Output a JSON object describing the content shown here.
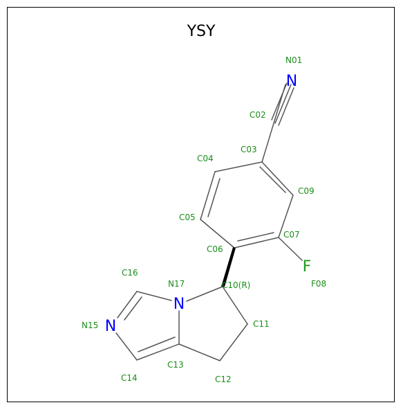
{
  "title": "YSY",
  "colors": {
    "carbon_label": "#1a8c1a",
    "nitrogen": "#0000ff",
    "fluorine": "#1a9c1a",
    "bond": "#555555"
  },
  "atoms": {
    "N01": {
      "label": "N01",
      "symbol": "N"
    },
    "C02": {
      "label": "C02"
    },
    "C03": {
      "label": "C03"
    },
    "C04": {
      "label": "C04"
    },
    "C05": {
      "label": "C05"
    },
    "C06": {
      "label": "C06"
    },
    "C07": {
      "label": "C07"
    },
    "F08": {
      "label": "F08",
      "symbol": "F"
    },
    "C09": {
      "label": "C09"
    },
    "C10": {
      "label": "C10(R)"
    },
    "C11": {
      "label": "C11"
    },
    "C12": {
      "label": "C12"
    },
    "C13": {
      "label": "C13"
    },
    "C14": {
      "label": "C14"
    },
    "N15": {
      "label": "N15",
      "symbol": "N"
    },
    "C16": {
      "label": "C16"
    },
    "N17": {
      "label": "N17",
      "symbol": "N"
    }
  }
}
